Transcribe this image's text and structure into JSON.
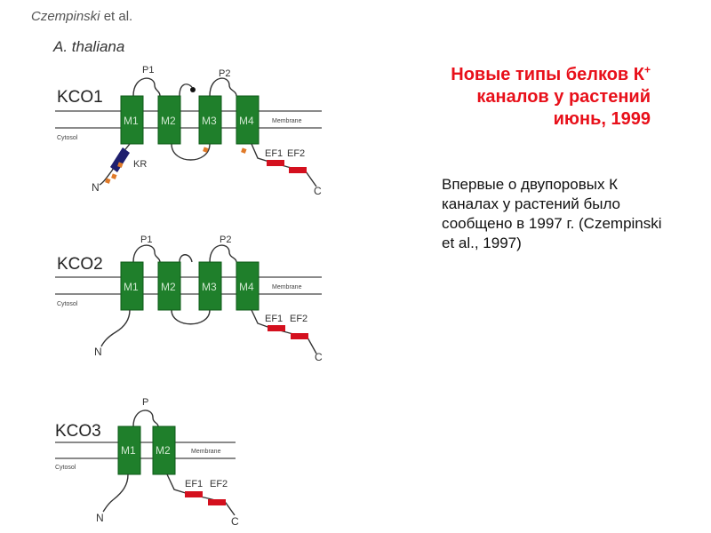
{
  "slide": {
    "title_line1_pre": "Новые типы белков К",
    "title_line1_sup": "+",
    "title_line2": "каналов у растений",
    "title_line3": "июнь, 1999",
    "note": "Впервые о двупоровых К каналах у растений было сообщено в 1997 г. (Czempinski et al., 1997)"
  },
  "figure": {
    "citation_author": "Czempinski",
    "citation_suffix": " et al.",
    "species": "A. thaliana",
    "panels": [
      {
        "name": "KCO1",
        "pores": [
          "P1",
          "P2"
        ],
        "segments": [
          "M1",
          "M2",
          "M3",
          "M4"
        ],
        "membrane_label": "Membrane",
        "cytosol_label": "Cytosol",
        "kr_label": "KR",
        "ef_labels": [
          "EF1",
          "EF2"
        ],
        "n_label": "N",
        "c_label": "C"
      },
      {
        "name": "KCO2",
        "pores": [
          "P1",
          "P2"
        ],
        "segments": [
          "M1",
          "M2",
          "M3",
          "M4"
        ],
        "membrane_label": "Membrane",
        "cytosol_label": "Cytosol",
        "ef_labels": [
          "EF1",
          "EF2"
        ],
        "n_label": "N",
        "c_label": "C"
      },
      {
        "name": "KCO3",
        "pores": [
          "P"
        ],
        "segments": [
          "M1",
          "M2"
        ],
        "membrane_label": "Membrane",
        "cytosol_label": "Cytosol",
        "ef_labels": [
          "EF1",
          "EF2"
        ],
        "n_label": "N",
        "c_label": "C"
      }
    ]
  },
  "colors": {
    "segment_fill": "#1f7f2b",
    "segment_stroke": "#0e5a17",
    "ef_hand": "#d4101e",
    "kr_domain": "#1e1e6e",
    "phospho_dot": "#e07a28",
    "title": "#e8101a"
  }
}
